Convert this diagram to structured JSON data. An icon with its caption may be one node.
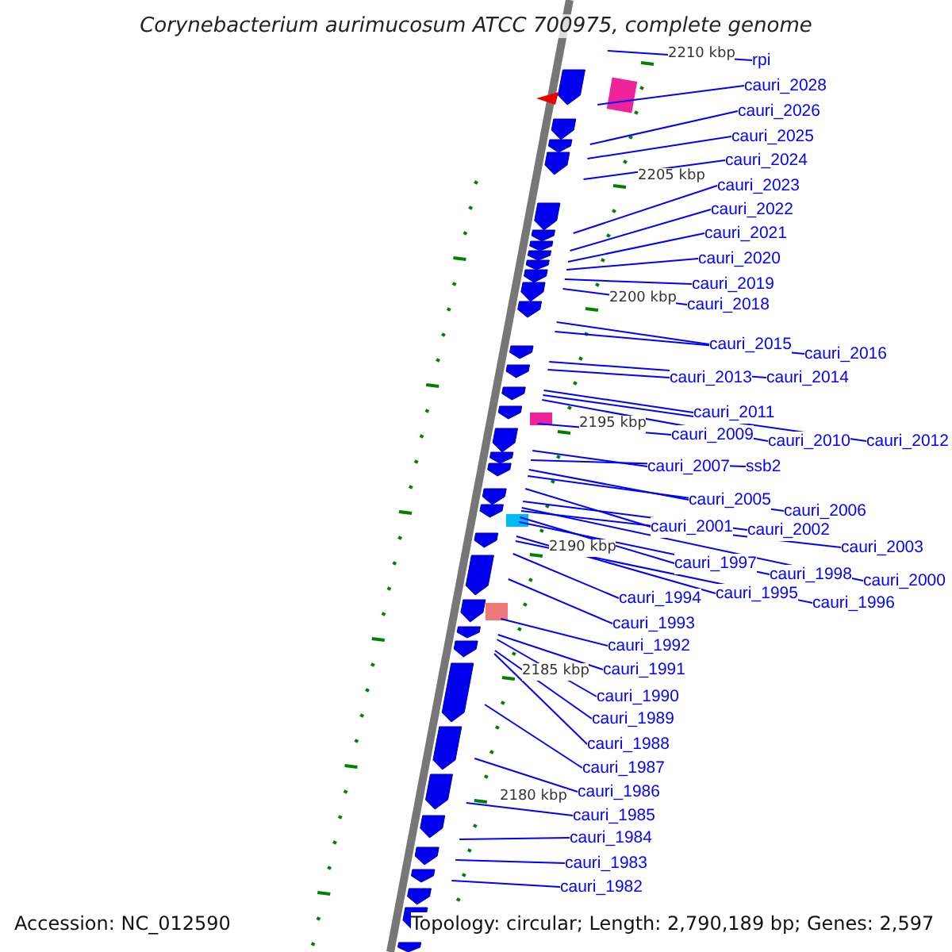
{
  "diagram": {
    "title": "Corynebacterium aurimucosum ATCC 700975, complete genome",
    "nodes": [
      {
        "text": [
          "rpi"
        ]
      },
      {
        "text": [
          "cauri_2028"
        ]
      },
      {
        "text": [
          "cauri_2026"
        ]
      },
      {
        "text": [
          "cauri_2025"
        ]
      },
      {
        "text": [
          "cauri_2024"
        ]
      },
      {
        "text": [
          "cauri_2023"
        ]
      },
      {
        "text": [
          "cauri_2022"
        ]
      },
      {
        "text": [
          "cauri_2021"
        ]
      },
      {
        "text": [
          "cauri_2020"
        ]
      },
      {
        "text": [
          "cauri_2019"
        ]
      },
      {
        "text": [
          "cauri_2018"
        ]
      },
      {
        "text": [
          "cauri_2015"
        ]
      },
      {
        "text": [
          "cauri_2016"
        ]
      },
      {
        "text": [
          "cauri_2013"
        ]
      },
      {
        "text": [
          "cauri_2014"
        ]
      },
      {
        "text": [
          "cauri_2011"
        ]
      },
      {
        "text": [
          "cauri_2009"
        ]
      },
      {
        "text": [
          "cauri_2010"
        ]
      },
      {
        "text": [
          "cauri_2012"
        ]
      },
      {
        "text": [
          "cauri_2007"
        ]
      },
      {
        "text": [
          "ssb2"
        ]
      },
      {
        "text": [
          "cauri_2005"
        ]
      },
      {
        "text": [
          "cauri_2006"
        ]
      },
      {
        "text": [
          "cauri_2001"
        ]
      },
      {
        "text": [
          "cauri_2002"
        ]
      },
      {
        "text": [
          "cauri_2003"
        ]
      },
      {
        "text": [
          "cauri_1997"
        ]
      },
      {
        "text": [
          "cauri_1998"
        ]
      },
      {
        "text": [
          "cauri_2000"
        ]
      },
      {
        "text": [
          "cauri_1995"
        ]
      },
      {
        "text": [
          "cauri_1994"
        ]
      },
      {
        "text": [
          "cauri_1996"
        ]
      },
      {
        "text": [
          "cauri_1993"
        ]
      },
      {
        "text": [
          "cauri_1992"
        ]
      },
      {
        "text": [
          "cauri_1991"
        ]
      },
      {
        "text": [
          "cauri_1990"
        ]
      },
      {
        "text": [
          "cauri_1989"
        ]
      },
      {
        "text": [
          "cauri_1988"
        ]
      },
      {
        "text": [
          "cauri_1987"
        ]
      },
      {
        "text": [
          "cauri_1986"
        ]
      },
      {
        "text": [
          "cauri_1985"
        ]
      },
      {
        "text": [
          "cauri_1984"
        ]
      },
      {
        "text": [
          "cauri_1983"
        ]
      },
      {
        "text": [
          "cauri_1982"
        ]
      }
    ],
    "edges": [
      {
        "from": 0,
        "to": null,
        "arrow": "none"
      },
      {
        "from": 1,
        "to": null,
        "arrow": "none"
      },
      {
        "from": 2,
        "to": null,
        "arrow": "none"
      },
      {
        "from": 3,
        "to": null,
        "arrow": "none"
      },
      {
        "from": 4,
        "to": null,
        "arrow": "none"
      },
      {
        "from": 5,
        "to": null,
        "arrow": "none"
      },
      {
        "from": 6,
        "to": null,
        "arrow": "none"
      },
      {
        "from": 7,
        "to": null,
        "arrow": "none"
      },
      {
        "from": 8,
        "to": null,
        "arrow": "none"
      },
      {
        "from": 9,
        "to": null,
        "arrow": "none"
      },
      {
        "from": 10,
        "to": null,
        "arrow": "none"
      },
      {
        "from": 11,
        "to": null,
        "arrow": "none"
      },
      {
        "from": 12,
        "to": null,
        "arrow": "none"
      },
      {
        "from": 13,
        "to": null,
        "arrow": "none"
      },
      {
        "from": 14,
        "to": null,
        "arrow": "none"
      },
      {
        "from": 15,
        "to": null,
        "arrow": "none"
      },
      {
        "from": 16,
        "to": null,
        "arrow": "none"
      },
      {
        "from": 17,
        "to": null,
        "arrow": "none"
      },
      {
        "from": 18,
        "to": null,
        "arrow": "none"
      },
      {
        "from": 19,
        "to": null,
        "arrow": "none"
      },
      {
        "from": 20,
        "to": null,
        "arrow": "none"
      },
      {
        "from": 21,
        "to": null,
        "arrow": "none"
      },
      {
        "from": 22,
        "to": null,
        "arrow": "none"
      },
      {
        "from": 23,
        "to": null,
        "arrow": "none"
      },
      {
        "from": 24,
        "to": null,
        "arrow": "none"
      },
      {
        "from": 25,
        "to": null,
        "arrow": "none"
      },
      {
        "from": 26,
        "to": null,
        "arrow": "none"
      },
      {
        "from": 27,
        "to": null,
        "arrow": "none"
      },
      {
        "from": 28,
        "to": null,
        "arrow": "none"
      },
      {
        "from": 29,
        "to": null,
        "arrow": "none"
      },
      {
        "from": 30,
        "to": null,
        "arrow": "none"
      },
      {
        "from": 31,
        "to": null,
        "arrow": "none"
      },
      {
        "from": 32,
        "to": null,
        "arrow": "none"
      },
      {
        "from": 33,
        "to": null,
        "arrow": "none"
      },
      {
        "from": 34,
        "to": null,
        "arrow": "none"
      },
      {
        "from": 35,
        "to": null,
        "arrow": "none"
      },
      {
        "from": 36,
        "to": null,
        "arrow": "none"
      },
      {
        "from": 37,
        "to": null,
        "arrow": "none"
      },
      {
        "from": 38,
        "to": null,
        "arrow": "none"
      },
      {
        "from": 39,
        "to": null,
        "arrow": "none"
      },
      {
        "from": 40,
        "to": null,
        "arrow": "none"
      },
      {
        "from": 41,
        "to": null,
        "arrow": "none"
      },
      {
        "from": 42,
        "to": null,
        "arrow": "none"
      },
      {
        "from": 43,
        "to": null,
        "arrow": "none"
      }
    ],
    "labels": [
      "2210 kbp",
      "2205 kbp",
      "2200 kbp",
      "2195 kbp",
      "2190 kbp",
      "2185 kbp",
      "2180 kbp",
      "Accession: NC_012590",
      "Topology: circular; Length: 2,790,189 bp; Genes: 2,597"
    ]
  }
}
